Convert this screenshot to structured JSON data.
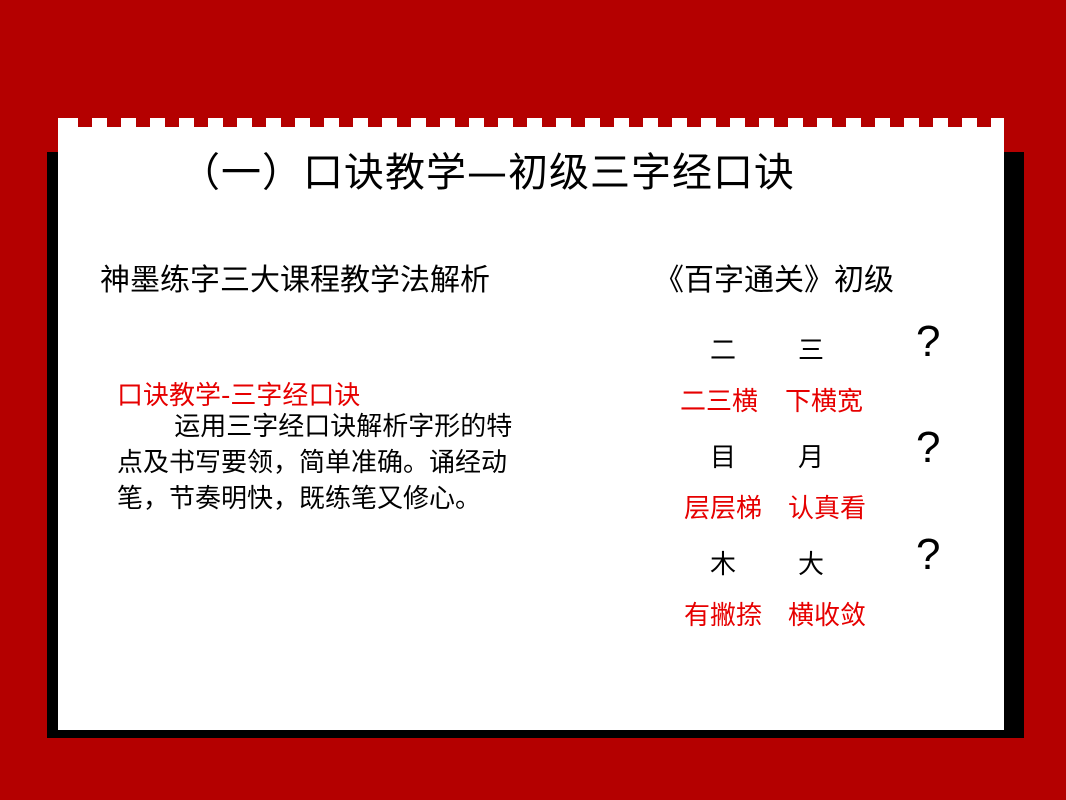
{
  "title": "（一）口诀教学—初级三字经口诀",
  "left": {
    "heading": "神墨练字三大课程教学法解析",
    "method_title": "口诀教学-三字经口诀",
    "method_description": "运用三字经口诀解析字形的特点及书写要领，简单准确。诵经动笔，节奏明快，既练笔又修心。"
  },
  "right": {
    "heading": "《百字通关》初级",
    "groups": [
      {
        "char_a": "二",
        "char_b": "三",
        "question": "?",
        "verse_a": "二三横",
        "verse_b": "下横宽"
      },
      {
        "char_a": "目",
        "char_b": "月",
        "question": "?",
        "verse_a": "层层梯",
        "verse_b": "认真看"
      },
      {
        "char_a": "木",
        "char_b": "大",
        "question": "?",
        "verse_a": "有撇捺",
        "verse_b": "横收敛"
      }
    ]
  },
  "colors": {
    "background": "#b40000",
    "card": "#ffffff",
    "shadow": "#000000",
    "accent_text": "#e60000"
  }
}
